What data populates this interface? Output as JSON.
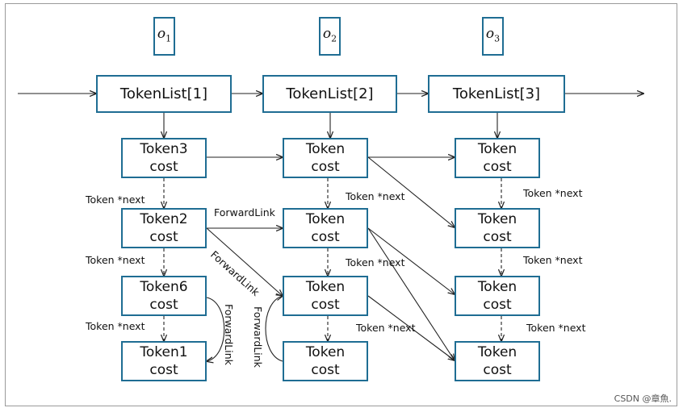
{
  "observations": [
    {
      "base": "o",
      "sub": "1"
    },
    {
      "base": "o",
      "sub": "2"
    },
    {
      "base": "o",
      "sub": "3"
    }
  ],
  "token_lists": [
    "TokenList[1]",
    "TokenList[2]",
    "TokenList[3]"
  ],
  "tokens": {
    "col1": [
      {
        "name": "Token3",
        "cost": "cost"
      },
      {
        "name": "Token2",
        "cost": "cost"
      },
      {
        "name": "Token6",
        "cost": "cost"
      },
      {
        "name": "Token1",
        "cost": "cost"
      }
    ],
    "col2": [
      {
        "name": "Token",
        "cost": "cost"
      },
      {
        "name": "Token",
        "cost": "cost"
      },
      {
        "name": "Token",
        "cost": "cost"
      },
      {
        "name": "Token",
        "cost": "cost"
      }
    ],
    "col3": [
      {
        "name": "Token",
        "cost": "cost"
      },
      {
        "name": "Token",
        "cost": "cost"
      },
      {
        "name": "Token",
        "cost": "cost"
      },
      {
        "name": "Token",
        "cost": "cost"
      }
    ]
  },
  "labels": {
    "next": "Token *next",
    "forward": "ForwardLink"
  },
  "watermark": "CSDN @章魚."
}
